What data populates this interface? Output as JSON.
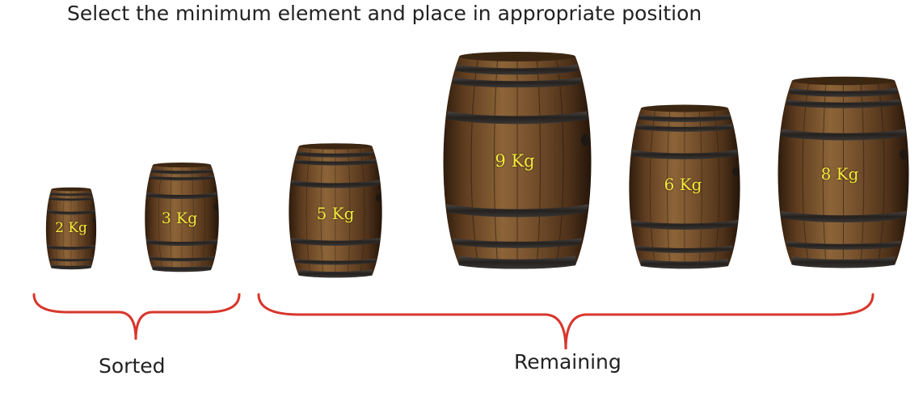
{
  "title": "Select the minimum element and place in appropriate position",
  "barrels": [
    {
      "label": "2 Kg",
      "group": "Sorted"
    },
    {
      "label": "3 Kg",
      "group": "Sorted"
    },
    {
      "label": "5 Kg",
      "group": "Remaining"
    },
    {
      "label": "9 Kg",
      "group": "Remaining"
    },
    {
      "label": "6 Kg",
      "group": "Remaining"
    },
    {
      "label": "8 Kg",
      "group": "Remaining"
    }
  ],
  "groups": {
    "sorted_label": "Sorted",
    "remaining_label": "Remaining"
  },
  "colors": {
    "brace": "#d8362c",
    "weight_text": "#f3ea3c",
    "wood": "#6b4526",
    "hoop": "#2e2a27"
  }
}
